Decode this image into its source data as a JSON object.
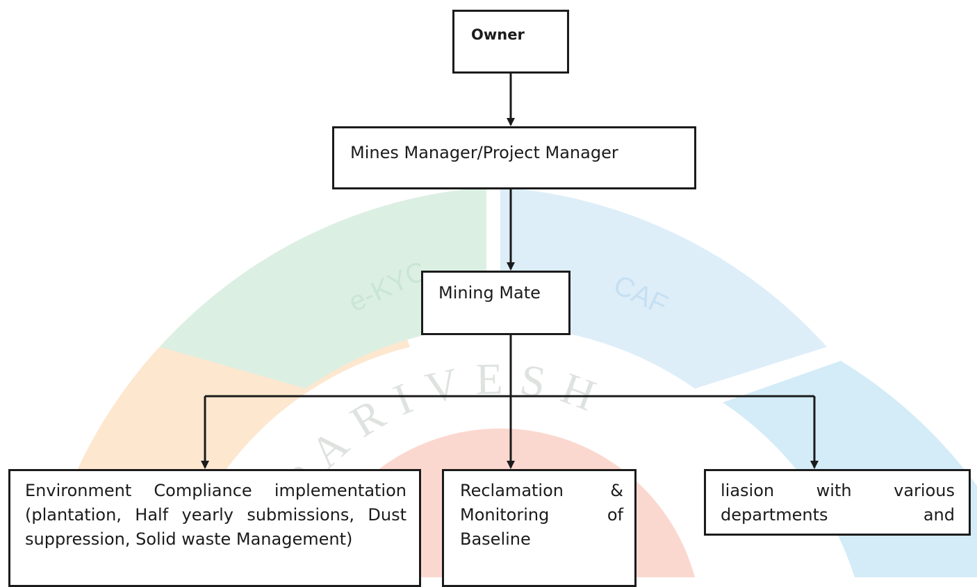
{
  "watermark": {
    "arc_labels": [
      "e-KYC",
      "CAF"
    ],
    "seal_text": "PARIVESH",
    "colors": {
      "green": "#dcefe3",
      "blue": "#ddeef9",
      "orange": "#fde7cf",
      "red": "#fbd8cf",
      "cyan": "#d3ecf7"
    }
  },
  "diagram": {
    "nodes": {
      "owner": {
        "label": "Owner"
      },
      "manager": {
        "label": "Mines Manager/Project Manager"
      },
      "mate": {
        "label": "Mining Mate"
      },
      "env": {
        "lines": [
          "Environment Compliance implementation",
          "(plantation, Half yearly submissions, Dust",
          "suppression, Solid waste Management)"
        ]
      },
      "reclamation": {
        "lines": [
          "Reclamation &",
          "Monitoring of",
          "Baseline"
        ]
      },
      "liaison": {
        "lines": [
          "liasion with various",
          "departments and"
        ]
      }
    },
    "edges": [
      {
        "from": "Owner",
        "to": "Mines Manager/Project Manager"
      },
      {
        "from": "Mines Manager/Project Manager",
        "to": "Mining Mate"
      },
      {
        "from": "Mining Mate",
        "to": "Environment Compliance implementation"
      },
      {
        "from": "Mining Mate",
        "to": "Reclamation & Monitoring of Baseline"
      },
      {
        "from": "Mining Mate",
        "to": "liasion with various departments and"
      }
    ],
    "line_color": "#1b1b1b"
  }
}
